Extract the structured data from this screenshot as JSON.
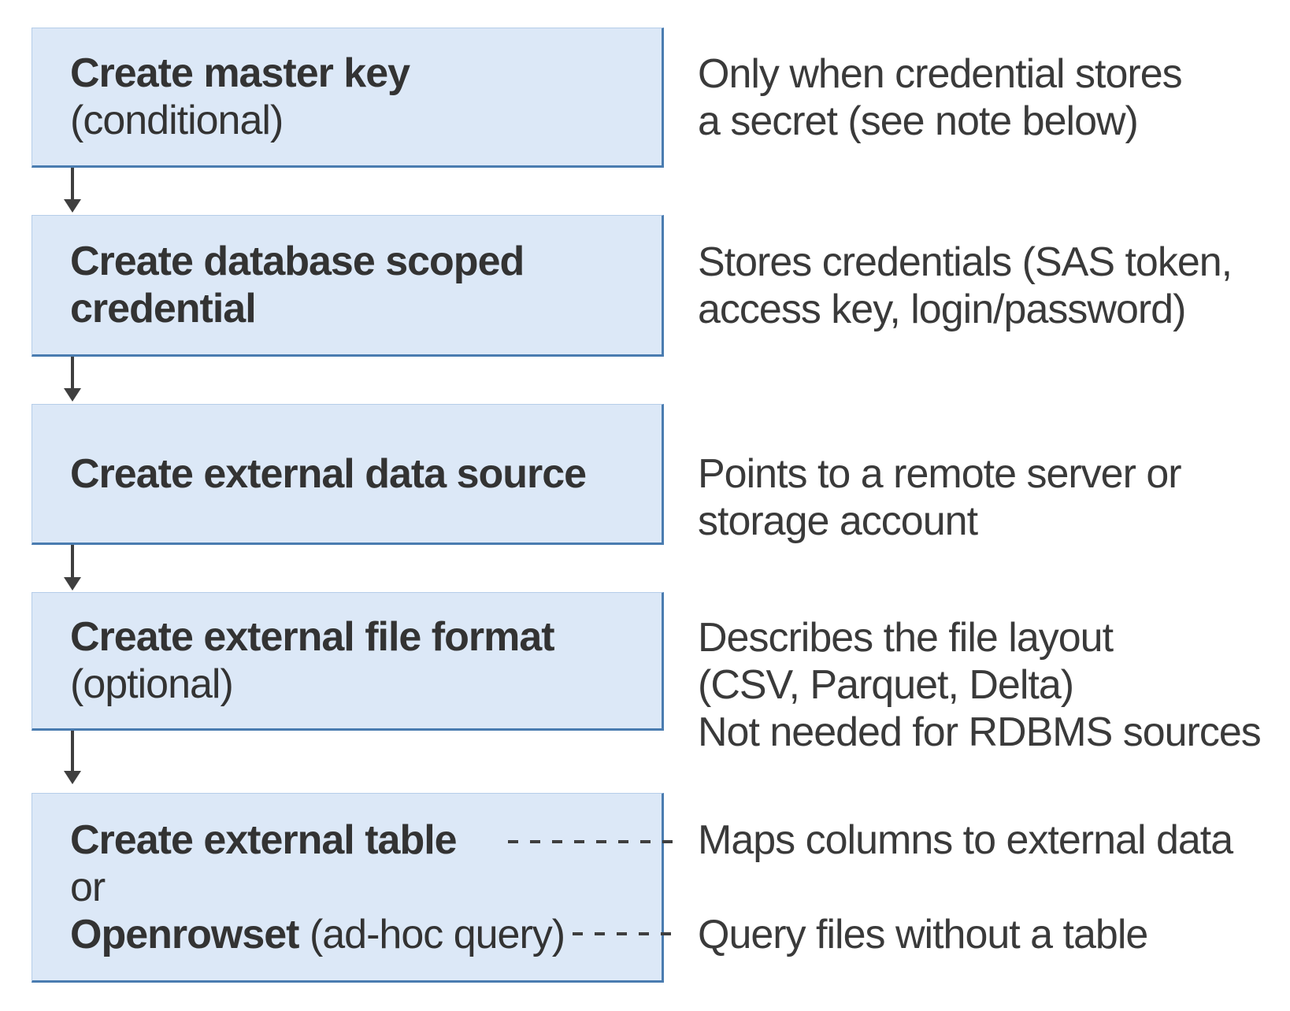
{
  "diagram": {
    "type": "flowchart",
    "colors": {
      "box_fill": "#dce8f7",
      "box_border_accent": "#4a7cb0",
      "box_border_light": "#b5cde9",
      "box_text": "#333333",
      "annotation_text": "#3a3a3a",
      "arrow": "#3f3f3f"
    },
    "boxes": [
      {
        "title": "Create master key",
        "subtitle": "(conditional)"
      },
      {
        "title": "Create database scoped\ncredential"
      },
      {
        "title": "Create external data source"
      },
      {
        "title": "Create external file format",
        "subtitle": "(optional)"
      },
      {
        "title": "Create external table",
        "connector_word": "or",
        "alt_title": "Openrowset",
        "alt_suffix": " (ad-hoc query)"
      }
    ],
    "annotations": [
      {
        "text": "Only when credential stores\na secret (see note below)"
      },
      {
        "text": "Stores credentials (SAS token,\naccess key, login/password)"
      },
      {
        "text": "Points to a remote server or\nstorage account"
      },
      {
        "text": "Describes the file layout\n(CSV, Parquet, Delta)\nNot needed for RDBMS sources"
      },
      {
        "text": "Maps columns to external data"
      },
      {
        "text": "Query files without a table"
      }
    ]
  }
}
